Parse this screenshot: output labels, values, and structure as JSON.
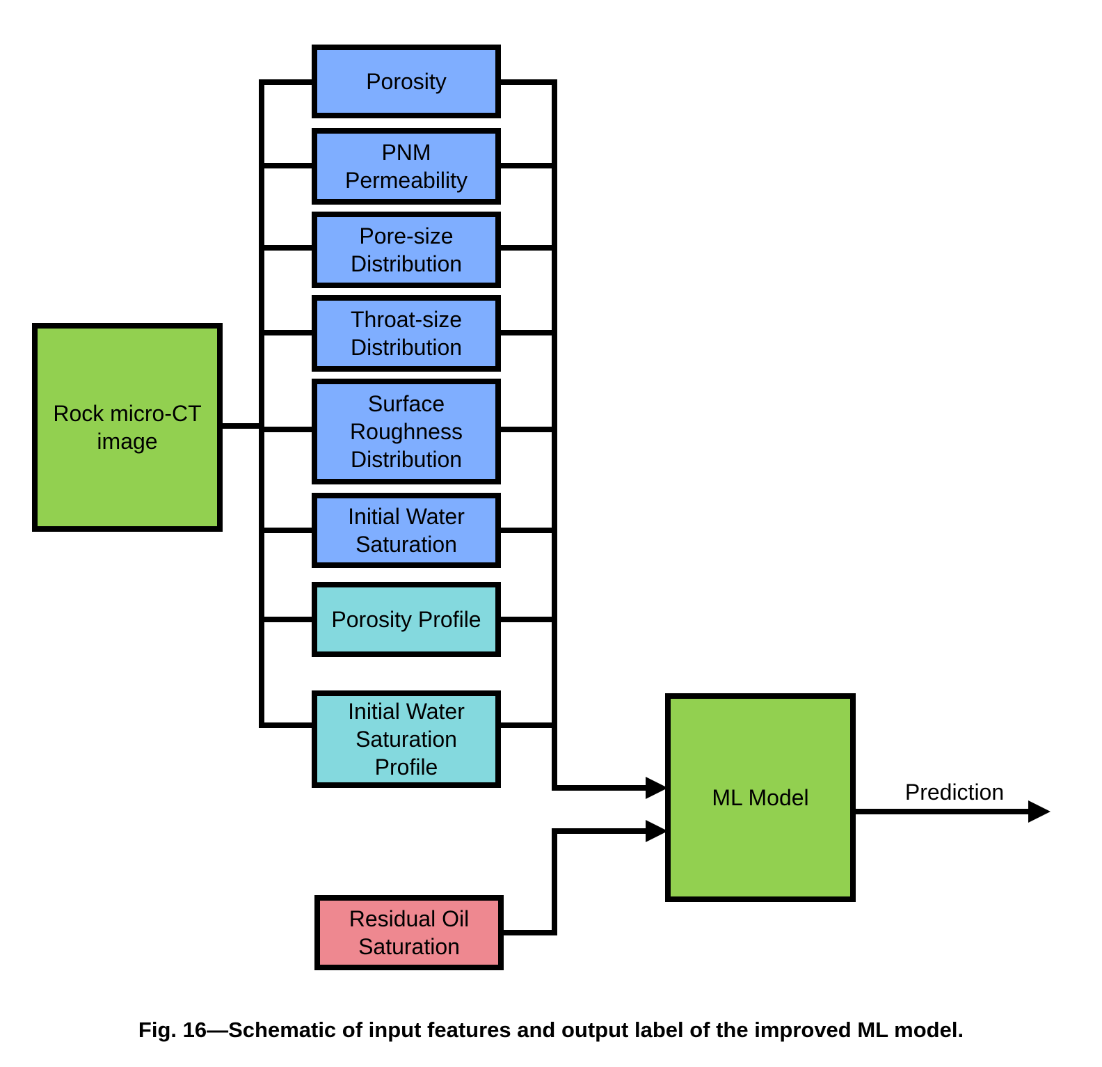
{
  "colors": {
    "source": "#92d050",
    "feature": "#7faeff",
    "profile": "#84d9de",
    "residual": "#ee8890",
    "model": "#92d050",
    "line": "#000000"
  },
  "source_box": {
    "lines": [
      "Rock micro-CT",
      "image"
    ]
  },
  "features": [
    {
      "lines": [
        "Porosity"
      ],
      "color_key": "feature"
    },
    {
      "lines": [
        "PNM",
        "Permeability"
      ],
      "color_key": "feature"
    },
    {
      "lines": [
        "Pore-size",
        "Distribution"
      ],
      "color_key": "feature"
    },
    {
      "lines": [
        "Throat-size",
        "Distribution"
      ],
      "color_key": "feature"
    },
    {
      "lines": [
        "Surface",
        "Roughness",
        "Distribution"
      ],
      "color_key": "feature"
    },
    {
      "lines": [
        "Initial Water",
        "Saturation"
      ],
      "color_key": "feature"
    },
    {
      "lines": [
        "Porosity Profile"
      ],
      "color_key": "profile"
    },
    {
      "lines": [
        "Initial Water",
        "Saturation",
        "Profile"
      ],
      "color_key": "profile"
    }
  ],
  "residual_box": {
    "lines": [
      "Residual Oil",
      "Saturation"
    ]
  },
  "model_box": {
    "lines": [
      "ML Model"
    ]
  },
  "output_label": "Prediction",
  "caption": "Fig. 16—Schematic of input features and output label of the improved ML model."
}
